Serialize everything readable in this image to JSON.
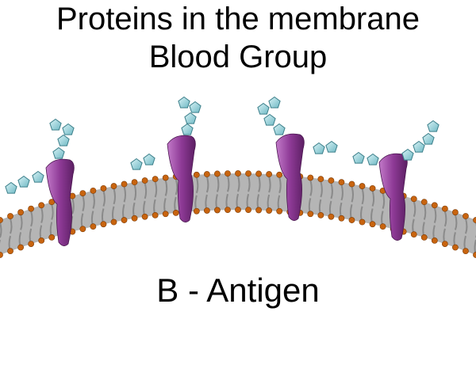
{
  "title": {
    "line1": "Proteins in the membrane",
    "line2": "Blood Group"
  },
  "caption": "B - Antigen",
  "colors": {
    "lipid_head": "#c8640f",
    "lipid_tail": "#8a8a8a",
    "protein": "#8e3a96",
    "protein_light": "#c27ac9",
    "sugar": "#8fd0d8",
    "sugar_edge": "#3c7f8a"
  },
  "diagram": {
    "components": [
      "membrane-bilayer",
      "glycoprotein",
      "sugar-chain"
    ],
    "protein_count": 4
  }
}
